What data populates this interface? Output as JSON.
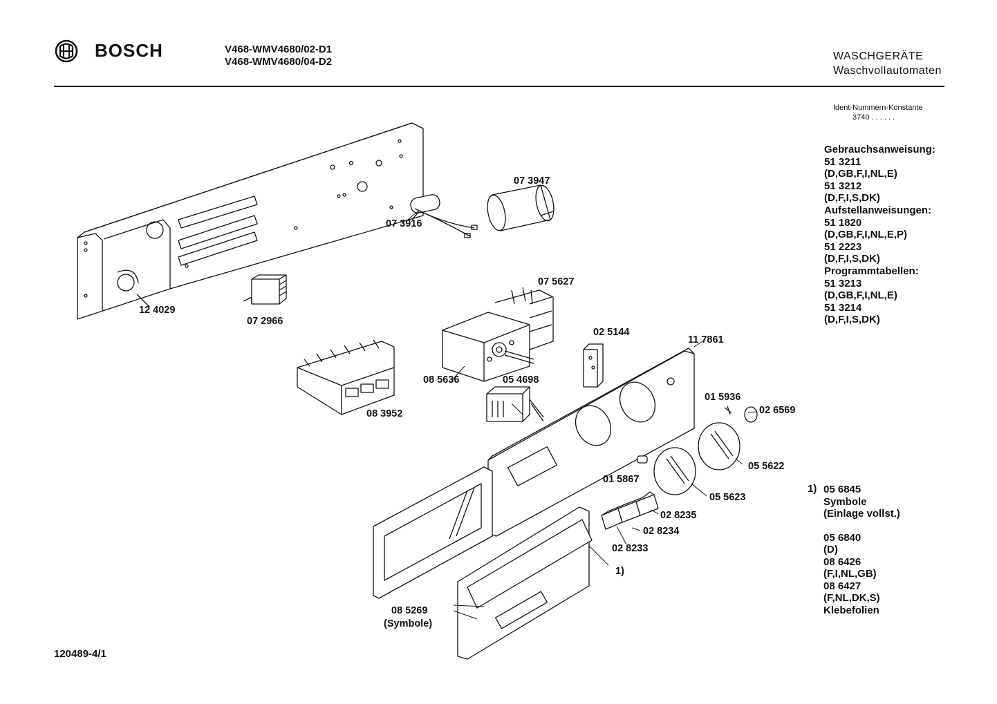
{
  "header": {
    "brand": "BOSCH",
    "models": [
      "V468-WMV4680/02-D1",
      "V468-WMV4680/04-D2"
    ],
    "category": "WASCHGERÄTE",
    "subcategory": "Waschvollautomaten",
    "ident_label": "Ident-Nummern-Konstante",
    "ident_value": "3740  . .   . . . ."
  },
  "documents": {
    "gebrauch_title": "Gebrauchsanweisung:",
    "gebrauch_1_num": "51 3211",
    "gebrauch_1_lang": "(D,GB,F,I,NL,E)",
    "gebrauch_2_num": "51 3212",
    "gebrauch_2_lang": "(D,F,I,S,DK)",
    "aufstell_title": "Aufstellanweisungen:",
    "aufstell_1_num": "51 1820",
    "aufstell_1_lang": "(D,GB,F,I,NL,E,P)",
    "aufstell_2_num": "51 2223",
    "aufstell_2_lang": "(D,F,I,S,DK)",
    "programm_title": "Programmtabellen:",
    "programm_1_num": "51 3213",
    "programm_1_lang": "(D,GB,F,I,NL,E)",
    "programm_2_num": "51 3214",
    "programm_2_lang": "(D,F,I,S,DK)"
  },
  "parts": {
    "p073947": "07 3947",
    "p073916": "07 3916",
    "p124029": "12 4029",
    "p072966": "07 2966",
    "p075627": "07 5627",
    "p025144": "02 5144",
    "p117861": "11 7861",
    "p085636": "08 5636",
    "p054698": "05 4698",
    "p083952": "08 3952",
    "p015936": "01 5936",
    "p026569": "02 6569",
    "p055622": "05 5622",
    "p015867": "01 5867",
    "p055623": "05 5623",
    "p028235": "02 8235",
    "p028234": "02 8234",
    "p028233": "02 8233",
    "ref1": "1)",
    "p085269": "08 5269",
    "p085269_note": "(Symbole)"
  },
  "notes": {
    "marker": "1)",
    "n1_num": "05 6845",
    "n1_l1": "Symbole",
    "n1_l2": "(Einlage vollst.)",
    "n2_num": "05 6840",
    "n2_lang": "(D)",
    "n3_num": "08 6426",
    "n3_lang": "(F,I,NL,GB)",
    "n4_num": "08 6427",
    "n4_lang": "(F,NL,DK,S)",
    "n_footer": "Klebefolien"
  },
  "footer": {
    "drawing_number": "120489-4/1"
  },
  "icons": {
    "logo": "bosch-armature-icon"
  }
}
